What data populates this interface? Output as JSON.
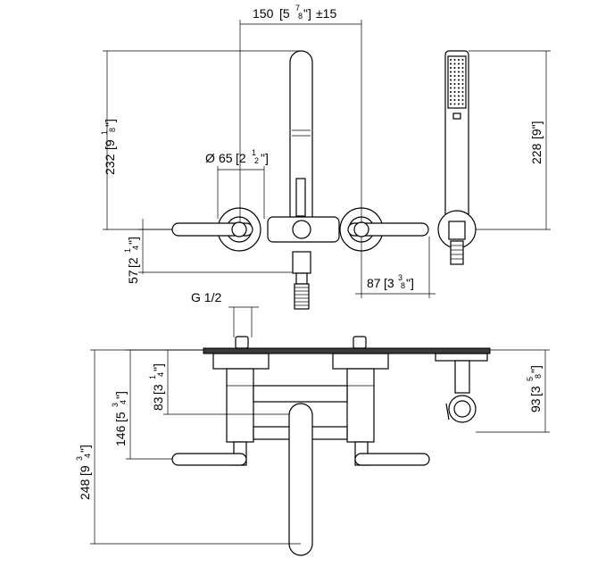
{
  "dimensions": {
    "width_top": {
      "value": "150",
      "bracket": "[5",
      "frac_num": "7",
      "frac_den": "8",
      "unit": "\"]",
      "tol": "±15"
    },
    "diameter": {
      "symbol": "Ø",
      "value": "65",
      "bracket": "[2",
      "frac_num": "1",
      "frac_den": "2",
      "unit": "\"]"
    },
    "height_left": {
      "value": "232",
      "bracket": "[9",
      "frac_num": "1",
      "frac_den": "8",
      "unit": "\"]"
    },
    "height_handshower": {
      "value": "228",
      "bracket": "[9\"]"
    },
    "offset_57": {
      "value": "57",
      "bracket": "[2",
      "frac_num": "1",
      "frac_den": "4",
      "unit": "\"]"
    },
    "offset_87": {
      "value": "87",
      "bracket": "[3",
      "frac_num": "3",
      "frac_den": "8",
      "unit": "\"]"
    },
    "thread": {
      "value": "G 1/2"
    },
    "depth_83": {
      "value": "83",
      "bracket": "[3",
      "frac_num": "1",
      "frac_den": "4",
      "unit": "\"]"
    },
    "depth_146": {
      "value": "146",
      "bracket": "[5",
      "frac_num": "3",
      "frac_den": "4",
      "unit": "\"]"
    },
    "depth_248": {
      "value": "248",
      "bracket": "[9",
      "frac_num": "3",
      "frac_den": "4",
      "unit": "\"]"
    },
    "depth_93": {
      "value": "93",
      "bracket": "[3",
      "frac_num": "5",
      "frac_den": "8",
      "unit": "\"]"
    }
  }
}
